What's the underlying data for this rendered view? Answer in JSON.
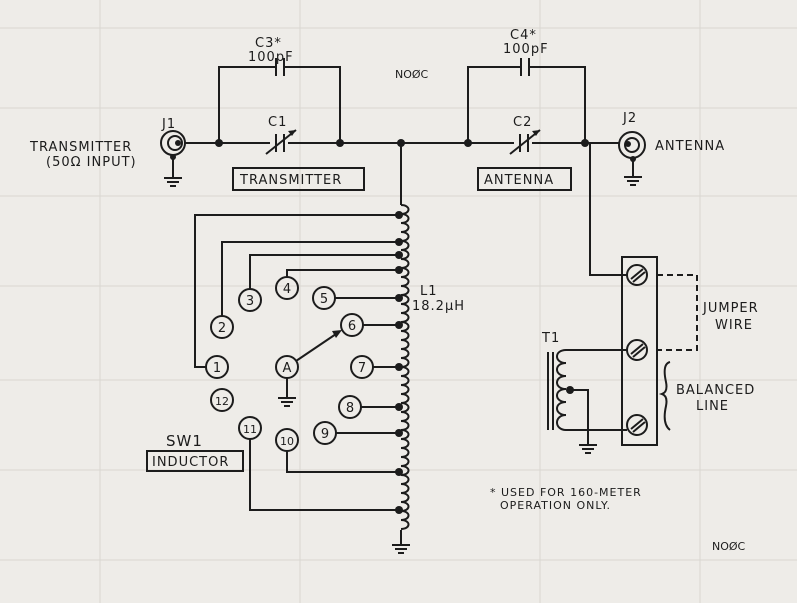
{
  "watermarks": [
    "NOØC",
    "NOØC"
  ],
  "j1": {
    "ref": "J1",
    "label1": "TRANSMITTER",
    "label2": "(50Ω INPUT)"
  },
  "j2": {
    "ref": "J2",
    "label": "ANTENNA"
  },
  "c3": {
    "ref": "C3*",
    "value": "100pF"
  },
  "c4": {
    "ref": "C4*",
    "value": "100pF"
  },
  "c1": {
    "ref": "C1",
    "box": "TRANSMITTER"
  },
  "c2": {
    "ref": "C2",
    "box": "ANTENNA"
  },
  "l1": {
    "ref": "L1",
    "value": "18.2µH"
  },
  "sw1": {
    "ref": "SW1",
    "box": "INDUCTOR",
    "rotor": "A",
    "positions": [
      "1",
      "2",
      "3",
      "4",
      "5",
      "6",
      "7",
      "8",
      "9",
      "10",
      "11",
      "12"
    ]
  },
  "t1": {
    "ref": "T1"
  },
  "jumper": {
    "line1": "JUMPER",
    "line2": "WIRE"
  },
  "balanced": {
    "line1": "BALANCED",
    "line2": "LINE"
  },
  "note": {
    "line1": "* USED FOR 160-METER",
    "line2": "OPERATION ONLY."
  }
}
